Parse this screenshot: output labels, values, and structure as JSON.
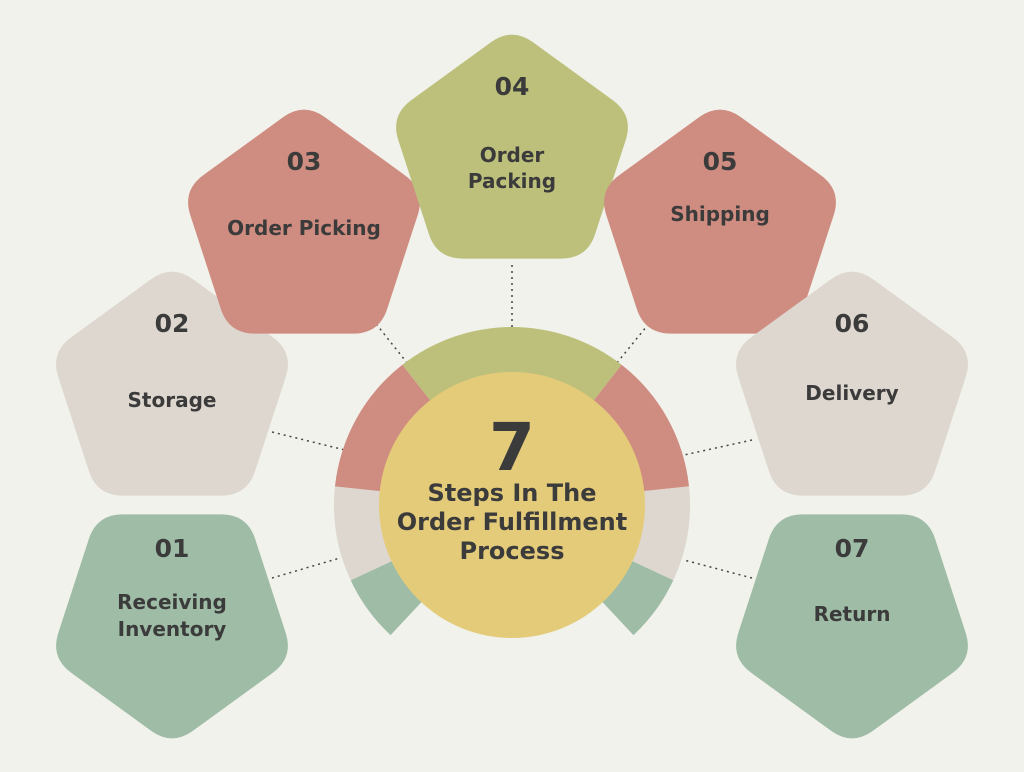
{
  "colors": {
    "background": "#f2f2ec",
    "green": "#9fbca6",
    "beige": "#ddd7cf",
    "red": "#cf8c80",
    "olive": "#bcc07a",
    "center": "#e3cb7a",
    "text": "#3b3b3b"
  },
  "center": {
    "number": "7",
    "title_lines": [
      "Steps In The",
      "Order Fulfillment",
      "Process"
    ]
  },
  "steps": [
    {
      "number": "01",
      "label_lines": [
        "Receiving",
        "Inventory"
      ],
      "color": "green"
    },
    {
      "number": "02",
      "label_lines": [
        "Storage"
      ],
      "color": "beige"
    },
    {
      "number": "03",
      "label_lines": [
        "Order Picking"
      ],
      "color": "red"
    },
    {
      "number": "04",
      "label_lines": [
        "Order",
        "Packing"
      ],
      "color": "olive"
    },
    {
      "number": "05",
      "label_lines": [
        "Shipping"
      ],
      "color": "red"
    },
    {
      "number": "06",
      "label_lines": [
        "Delivery"
      ],
      "color": "beige"
    },
    {
      "number": "07",
      "label_lines": [
        "Return"
      ],
      "color": "green"
    }
  ]
}
